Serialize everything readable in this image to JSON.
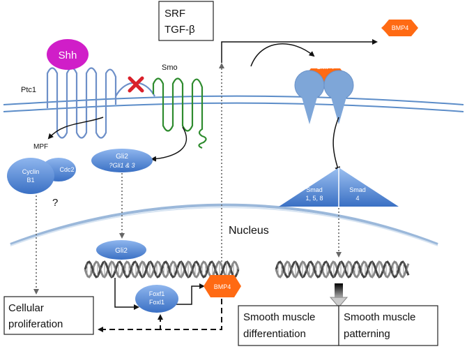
{
  "labels": {
    "srf": "SRF",
    "tgfb": "TGF-β",
    "bmp4": "BMP4",
    "shh": "Shh",
    "ptc1": "Ptc1",
    "smo": "Smo",
    "mpf": "MPF",
    "cyclin_line1": "Cyclin",
    "cyclin_line2": "B1",
    "cdc2": "Cdc2",
    "question": "?",
    "gli2": "Gli2",
    "gli13": "?Gli1 & 3",
    "nucleus": "Nucleus",
    "smad_left_line1": "Smad",
    "smad_left_line2": "1, 5, 8",
    "smad_right_line1": "Smad",
    "smad_right_line2": "4",
    "foxf1": "Foxf1",
    "foxl1": "Foxl1",
    "cell_prolif_line1": "Cellular",
    "cell_prolif_line2": "proliferation",
    "smd_line1": "Smooth muscle",
    "smd_line2": "differentiation",
    "smp_line1": "Smooth muscle",
    "smp_line2": "patterning"
  },
  "icons": {
    "inhibition": "red-x-icon",
    "receptor": "bmp-receptor-icon",
    "dna": "dna-helix-icon"
  },
  "colors": {
    "membrane": "#5b8cc8",
    "shh": "#d01ec8",
    "ptc1": "#6d8fc8",
    "smo": "#2e8b2e",
    "protein": "#4f86d6",
    "bmp4": "#ff6a13",
    "inhibit": "#d9202a",
    "receptor": "#7ea6d8",
    "smad": "#3f76c9",
    "nucleus": "#9bb8da"
  }
}
